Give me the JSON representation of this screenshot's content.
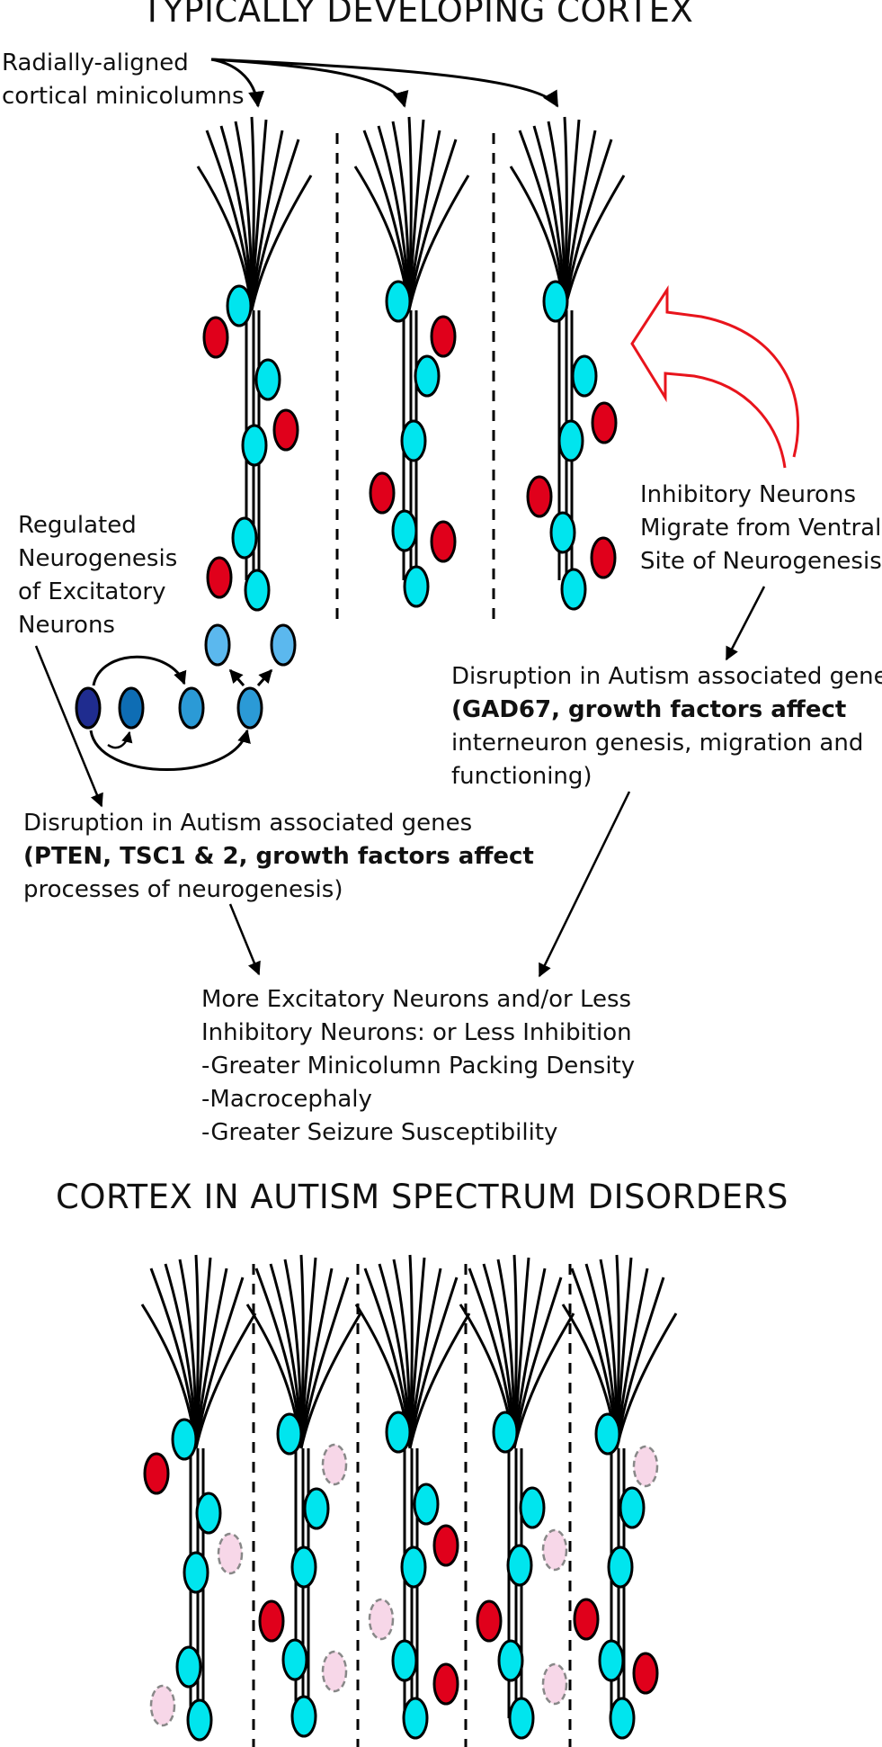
{
  "top_title": "TYPICALLY DEVELOPING CORTEX",
  "minicolumn_label": [
    "Radially-aligned",
    "cortical minicolumns"
  ],
  "neurogenesis_label": [
    "Regulated",
    "Neurogenesis",
    "of Excitatory",
    "Neurons"
  ],
  "inhibitory_label": [
    "Inhibitory Neurons",
    "Migrate from Ventral",
    "Site of Neurogenesis"
  ],
  "disruption_interneuron": {
    "line1": "Disruption in Autism associated genes",
    "line2_bold": "(GAD67, growth factors affect",
    "line3": "interneuron genesis, migration and",
    "line4": "functioning)"
  },
  "disruption_neurogenesis": {
    "line1": "Disruption in Autism associated genes",
    "line2_bold": "(PTEN, TSC1 & 2, growth factors affect",
    "line3": "processes of neurogenesis)"
  },
  "outcomes": [
    "More Excitatory Neurons and/or Less",
    "Inhibitory Neurons: or Less Inhibition",
    "-Greater Minicolumn Packing Density",
    "-Macrocephaly",
    "-Greater Seizure Susceptibility"
  ],
  "bottom_title": "CORTEX IN AUTISM SPECTRUM DISORDERS",
  "colors": {
    "excitatory": "#00e5ee",
    "inhibitory": "#e0001b",
    "missing_inhibitory": "#f7d7e8",
    "progenitor_dark": "#1f2c8f",
    "progenitor_mid": "#0e6db4",
    "progenitor_light": "#2b9ad6",
    "progenitor_lighter": "#5bb8ee",
    "migration_arrow": "#e8141c",
    "ink": "#000000"
  }
}
